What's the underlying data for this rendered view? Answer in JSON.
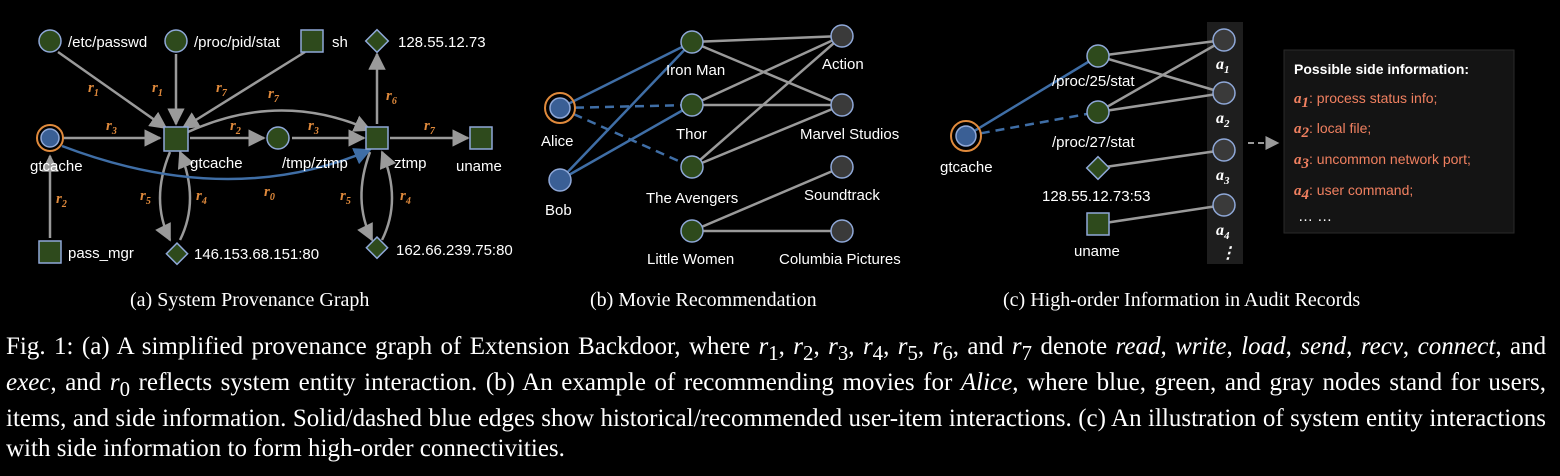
{
  "colors": {
    "green": "#2e4a1c",
    "blue": "#3a5f95",
    "gray": "#3a3a3a",
    "edge": "#9a9a9a",
    "blue_edge": "#3f6ea6",
    "accent": "#e08a3c"
  },
  "panel_a": {
    "nodes": {
      "etc_passwd": "/etc/passwd",
      "proc_pid_stat": "/proc/pid/stat",
      "sh": "sh",
      "ip1": "128.55.12.73",
      "gtcache_user": "gtcache",
      "gtcache_proc": "gtcache",
      "tmp_ztmp": "/tmp/ztmp",
      "ztmp": "ztmp",
      "uname": "uname",
      "pass_mgr": "pass_mgr",
      "ip2": "146.153.68.151:80",
      "ip3": "162.66.239.75:80"
    },
    "relation_prefix": "r",
    "edge_labels": [
      "1",
      "1",
      "7",
      "7",
      "6",
      "3",
      "2",
      "3",
      "7",
      "2",
      "5",
      "4",
      "0",
      "5",
      "4"
    ],
    "subtitle": "(a) System Provenance Graph"
  },
  "panel_b": {
    "nodes": {
      "alice": "Alice",
      "bob": "Bob",
      "iron_man": "Iron Man",
      "thor": "Thor",
      "avengers": "The Avengers",
      "little_women": "Little Women",
      "action": "Action",
      "marvel": "Marvel Studios",
      "soundtrack": "Soundtrack",
      "columbia": "Columbia Pictures"
    },
    "subtitle": "(b) Movie Recommendation"
  },
  "panel_c": {
    "nodes": {
      "gtcache": "gtcache",
      "proc25": "/proc/25/stat",
      "proc27": "/proc/27/stat",
      "ip": "128.55.12.73:53",
      "uname": "uname"
    },
    "a_label": "a",
    "a_indices": [
      "1",
      "2",
      "3",
      "4"
    ],
    "dots": "⋮",
    "box": {
      "title": "Possible side information:",
      "items": [
        {
          "key": "1",
          "text": ": process status info;"
        },
        {
          "key": "2",
          "text": ": local file;"
        },
        {
          "key": "3",
          "text": ": uncommon network port;"
        },
        {
          "key": "4",
          "text": ": user command;"
        }
      ],
      "more": "… …"
    },
    "subtitle": "(c) High-order Information in Audit Records"
  },
  "caption": {
    "l1a": "Fig. 1: (a) A simplified provenance graph of Extension Backdoor, where ",
    "rvars": "r",
    "l1b": ", and ",
    "w_read": "read",
    "w_write": "write",
    "w_load": "load",
    "w_send": "send",
    "w_recv": "recv",
    "w_connect": "connect",
    "w_exec": "exec",
    "mid1": " denote ",
    "sep": ", ",
    "and": ", and ",
    "l2b": " reflects system entity interaction. (b) An example of recommending movies for ",
    "alice": "Alice",
    "l2c": ", where blue, green, and gray nodes stand for users, items, and side information. Solid/dashed blue edges show historical/recommended user-item interactions. (c) An illustration of system entity interactions with side information to form high-order connectivities."
  }
}
